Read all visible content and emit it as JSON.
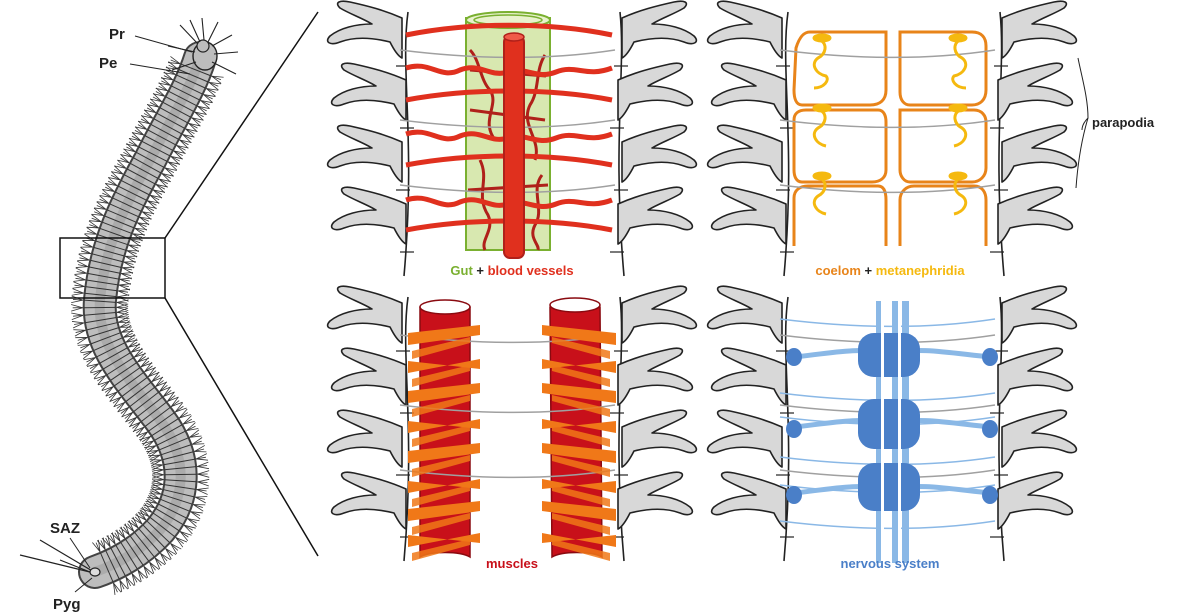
{
  "body_labels": {
    "prostomium": "Pr",
    "peristomium": "Pe",
    "saz": "SAZ",
    "pygidium": "Pyg"
  },
  "side_label": "parapodia",
  "panels": {
    "gut": {
      "part1": "Gut",
      "sep": " + ",
      "part2": "blood vessels"
    },
    "coelom": {
      "part1": "coelom",
      "sep": " + ",
      "part2": "metanephridia"
    },
    "muscles": {
      "label": "muscles"
    },
    "nervous": {
      "label": "nervous system"
    }
  },
  "colors": {
    "gut": "#7ab030",
    "gut_fill": "#d8e8b0",
    "blood": "#e0301e",
    "blood_dark": "#b0201a",
    "coelom": "#e8841a",
    "nephridia": "#f5b90f",
    "muscle": "#c8101a",
    "muscle_band": "#f07818",
    "nerve": "#4a7fc8",
    "nerve_light": "#8ab8e6",
    "septum": "#a0a0a0",
    "parapod": "#d8d8d8"
  }
}
